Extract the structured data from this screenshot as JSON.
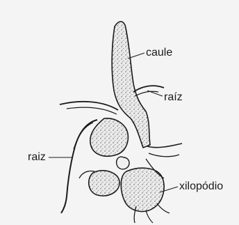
{
  "labels": {
    "stem": "caule",
    "root_right": "raíz",
    "root_left": "raiz",
    "xylopodium": "xilopódio"
  },
  "colors": {
    "background": "#f4f4f4",
    "ink": "#1a1a1a",
    "fill": "#e6e6e6"
  }
}
